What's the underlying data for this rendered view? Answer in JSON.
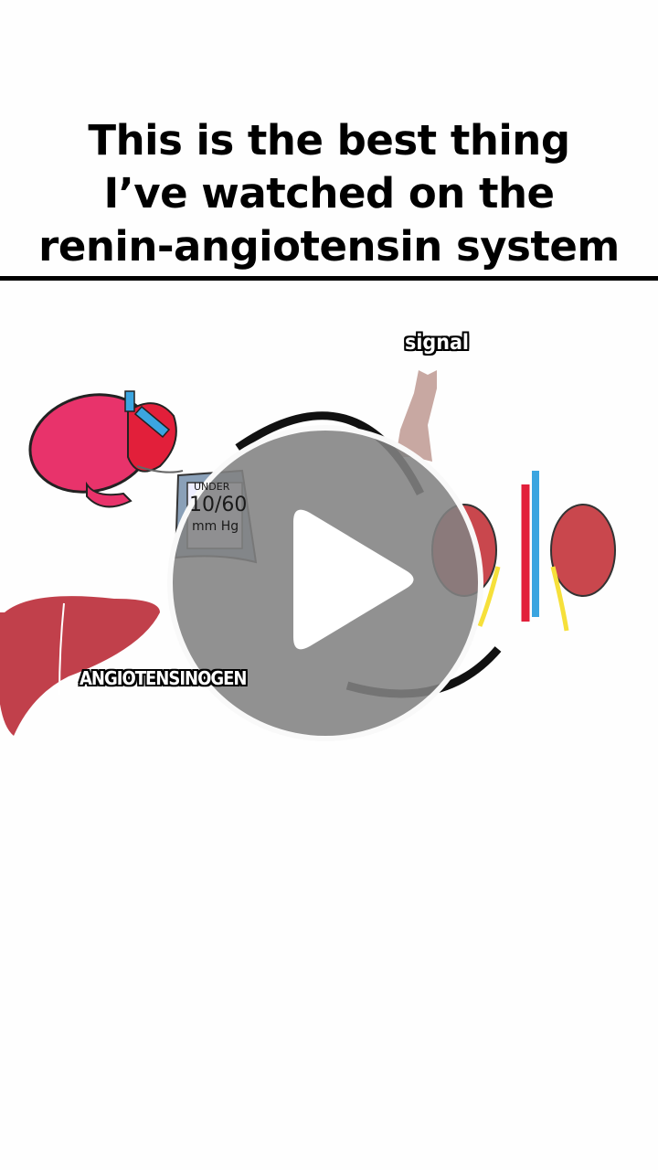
{
  "title": {
    "lines": [
      "This is the best thing",
      "I’ve watched on the",
      "renin-angiotensin system"
    ]
  },
  "video": {
    "labels": {
      "signal": "signal",
      "angiotensinogen": "ANGIOTENSINOGEN"
    },
    "monitor": {
      "header": "UNDER",
      "reading": "10/60",
      "unit": "mm Hg"
    },
    "play_icon": "play-icon",
    "colors": {
      "heart": "#e8336b",
      "liver": "#c1404b",
      "kidney": "#c9474d",
      "artery": "#e21f3a",
      "vein": "#3ba5e0",
      "ureter": "#f6e03a",
      "play_overlay": "#828282"
    }
  }
}
